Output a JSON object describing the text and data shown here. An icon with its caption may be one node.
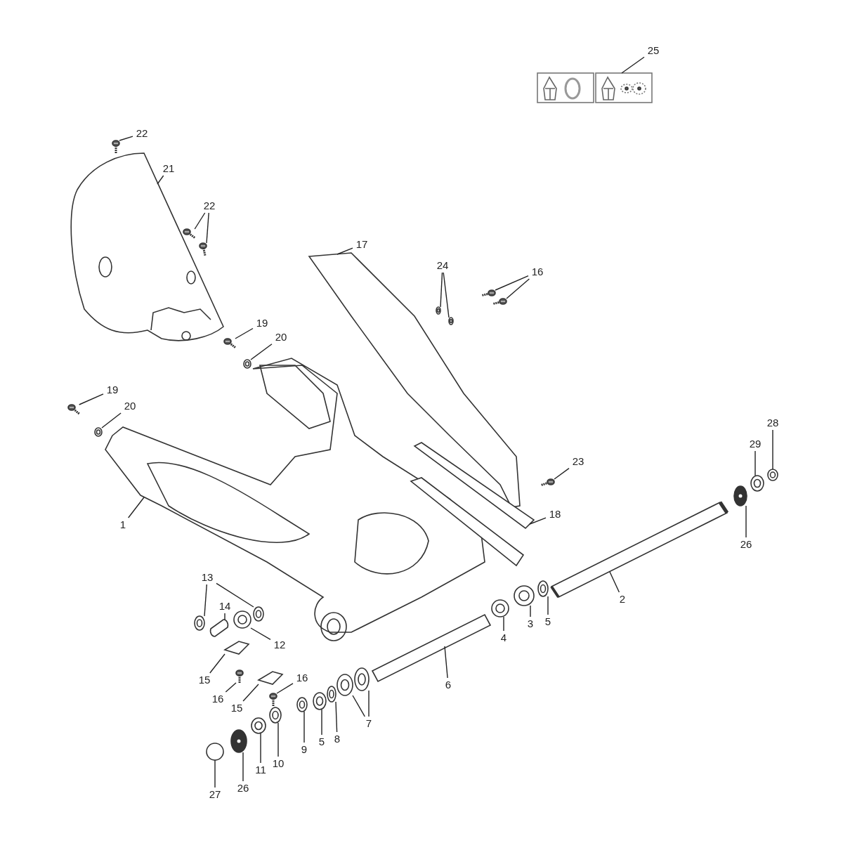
{
  "diagram": {
    "nodes": [
      {
        "text": [
          "25"
        ]
      },
      {
        "text": [
          "22"
        ]
      },
      {
        "text": [
          "21"
        ]
      },
      {
        "text": [
          "22"
        ]
      },
      {
        "text": [
          "17"
        ]
      },
      {
        "text": [
          "24"
        ]
      },
      {
        "text": [
          "16"
        ]
      },
      {
        "text": [
          "19"
        ]
      },
      {
        "text": [
          "20"
        ]
      },
      {
        "text": [
          "19"
        ]
      },
      {
        "text": [
          "20"
        ]
      },
      {
        "text": [
          "23"
        ]
      },
      {
        "text": [
          "28"
        ]
      },
      {
        "text": [
          "29"
        ]
      },
      {
        "text": [
          "18"
        ]
      },
      {
        "text": [
          "1"
        ]
      },
      {
        "text": [
          "26"
        ]
      },
      {
        "text": [
          "2"
        ]
      },
      {
        "text": [
          "13"
        ]
      },
      {
        "text": [
          "14"
        ]
      },
      {
        "text": [
          "12"
        ]
      },
      {
        "text": [
          "5"
        ]
      },
      {
        "text": [
          "3"
        ]
      },
      {
        "text": [
          "4"
        ]
      },
      {
        "text": [
          "6"
        ]
      },
      {
        "text": [
          "15"
        ]
      },
      {
        "text": [
          "16"
        ]
      },
      {
        "text": [
          "15"
        ]
      },
      {
        "text": [
          "16"
        ]
      },
      {
        "text": [
          "7"
        ]
      },
      {
        "text": [
          "9"
        ]
      },
      {
        "text": [
          "5"
        ]
      },
      {
        "text": [
          "8"
        ]
      },
      {
        "text": [
          "10"
        ]
      },
      {
        "text": [
          "11"
        ]
      },
      {
        "text": [
          "26"
        ]
      },
      {
        "text": [
          "27"
        ]
      },
      {
        "text": [],
        "shape": "picture"
      },
      {
        "text": [],
        "shape": "picture"
      },
      {
        "text": [],
        "shape": "picture"
      },
      {
        "text": [],
        "shape": "picture"
      },
      {
        "text": [],
        "shape": "picture"
      },
      {
        "text": [],
        "shape": "picture"
      },
      {
        "text": [],
        "shape": "picture"
      },
      {
        "text": [],
        "shape": "picture"
      },
      {
        "text": [],
        "shape": "picture"
      },
      {
        "text": [],
        "shape": "picture"
      },
      {
        "text": [],
        "shape": "picture"
      },
      {
        "text": [],
        "shape": "picture"
      },
      {
        "text": [],
        "shape": "picture"
      },
      {
        "text": [],
        "shape": "picture"
      },
      {
        "text": [],
        "shape": "picture"
      },
      {
        "text": [],
        "shape": "picture"
      },
      {
        "text": [],
        "shape": "picture"
      },
      {
        "text": [],
        "shape": "picture"
      },
      {
        "text": [],
        "shape": "picture"
      },
      {
        "text": [],
        "shape": "picture"
      },
      {
        "text": [],
        "shape": "picture"
      },
      {
        "text": [],
        "shape": "picture"
      },
      {
        "text": [],
        "shape": "picture"
      },
      {
        "text": [],
        "shape": "picture"
      },
      {
        "text": [],
        "shape": "picture"
      },
      {
        "text": [],
        "shape": "picture"
      },
      {
        "text": [],
        "shape": "picture"
      },
      {
        "text": [],
        "shape": "picture"
      },
      {
        "text": [],
        "shape": "picture"
      },
      {
        "text": [],
        "shape": "picture"
      },
      {
        "text": [],
        "shape": "picture"
      },
      {
        "text": [],
        "shape": "picture"
      },
      {
        "text": [],
        "shape": "picture"
      },
      {
        "text": [],
        "shape": "picture"
      },
      {
        "text": [],
        "shape": "picture"
      },
      {
        "text": [],
        "shape": "picture"
      },
      {
        "text": [],
        "shape": "picture"
      },
      {
        "text": [],
        "shape": "picture"
      },
      {
        "text": [],
        "shape": "picture"
      },
      {
        "text": [],
        "shape": "picture"
      },
      {
        "text": [],
        "shape": "picture"
      },
      {
        "text": [],
        "shape": "picture"
      }
    ],
    "edges": [
      {
        "from": 0,
        "to": 37,
        "arrow": "none"
      },
      {
        "from": 1,
        "to": 38,
        "arrow": "none"
      },
      {
        "from": 2,
        "to": 39,
        "arrow": "none"
      },
      {
        "from": 3,
        "to": 40,
        "arrow": "none"
      },
      {
        "from": 3,
        "to": 41,
        "arrow": "none"
      },
      {
        "from": 4,
        "to": 42,
        "arrow": "none"
      },
      {
        "from": 5,
        "to": 43,
        "arrow": "none"
      },
      {
        "from": 5,
        "to": 44,
        "arrow": "none"
      },
      {
        "from": 6,
        "to": 45,
        "arrow": "none"
      },
      {
        "from": 6,
        "to": 46,
        "arrow": "none"
      },
      {
        "from": 7,
        "to": 47,
        "arrow": "none"
      },
      {
        "from": 8,
        "to": 48,
        "arrow": "none"
      },
      {
        "from": 9,
        "to": 49,
        "arrow": "none"
      },
      {
        "from": 10,
        "to": 50,
        "arrow": "none"
      },
      {
        "from": 11,
        "to": 51,
        "arrow": "none"
      },
      {
        "from": 12,
        "to": 52,
        "arrow": "none"
      },
      {
        "from": 13,
        "to": 53,
        "arrow": "none"
      },
      {
        "from": 14,
        "to": 54,
        "arrow": "none"
      },
      {
        "from": 15,
        "to": 55,
        "arrow": "none"
      },
      {
        "from": 16,
        "to": 56,
        "arrow": "none"
      },
      {
        "from": 17,
        "to": 57,
        "arrow": "none"
      },
      {
        "from": 18,
        "to": 58,
        "arrow": "none"
      },
      {
        "from": 18,
        "to": 59,
        "arrow": "none"
      },
      {
        "from": 19,
        "to": 60,
        "arrow": "none"
      },
      {
        "from": 20,
        "to": 61,
        "arrow": "none"
      },
      {
        "from": 21,
        "to": 62,
        "arrow": "none"
      },
      {
        "from": 22,
        "to": 63,
        "arrow": "none"
      },
      {
        "from": 23,
        "to": 64,
        "arrow": "none"
      },
      {
        "from": 24,
        "to": 65,
        "arrow": "none"
      },
      {
        "from": 25,
        "to": 66,
        "arrow": "none"
      },
      {
        "from": 26,
        "to": 67,
        "arrow": "none"
      },
      {
        "from": 27,
        "to": 68,
        "arrow": "none"
      },
      {
        "from": 28,
        "to": 69,
        "arrow": "none"
      },
      {
        "from": 29,
        "to": 70,
        "arrow": "none"
      },
      {
        "from": 29,
        "to": 71,
        "arrow": "none"
      },
      {
        "from": 30,
        "to": 72,
        "arrow": "none"
      },
      {
        "from": 31,
        "to": 73,
        "arrow": "none"
      },
      {
        "from": 32,
        "to": 74,
        "arrow": "none"
      },
      {
        "from": 33,
        "to": 75,
        "arrow": "none"
      },
      {
        "from": 34,
        "to": 76,
        "arrow": "none"
      },
      {
        "from": 35,
        "to": 77,
        "arrow": "none"
      },
      {
        "from": 36,
        "to": 78,
        "arrow": "none"
      }
    ]
  }
}
